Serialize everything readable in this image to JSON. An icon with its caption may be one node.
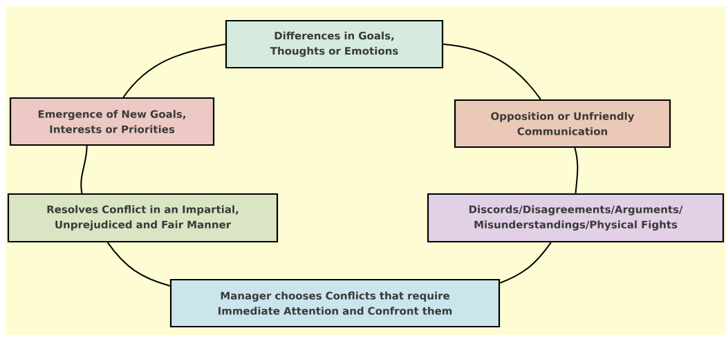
{
  "diagram": {
    "nodes": [
      {
        "text": [
          "Differences in Goals, Thoughts or Emotions"
        ]
      },
      {
        "text": [
          "Opposition or Unfriendly Communication"
        ]
      },
      {
        "text": [
          "Discords/Disagreements/Arguments/ Misunderstandings/Physical Fights"
        ]
      },
      {
        "text": [
          "Manager chooses Conflicts that require Immediate Attention and Confront them"
        ]
      },
      {
        "text": [
          "Resolves Conflict in an Impartial, Unprejudiced and Fair Manner"
        ]
      },
      {
        "text": [
          "Emergence of New Goals, Interests or Priorities"
        ]
      }
    ],
    "edges": [
      {
        "from": 0,
        "to": 1,
        "arrow": "none"
      },
      {
        "from": 1,
        "to": 2,
        "arrow": "none"
      },
      {
        "from": 2,
        "to": 3,
        "arrow": "none"
      },
      {
        "from": 3,
        "to": 4,
        "arrow": "none"
      },
      {
        "from": 4,
        "to": 5,
        "arrow": "none"
      },
      {
        "from": 5,
        "to": 0,
        "arrow": "none"
      }
    ]
  }
}
